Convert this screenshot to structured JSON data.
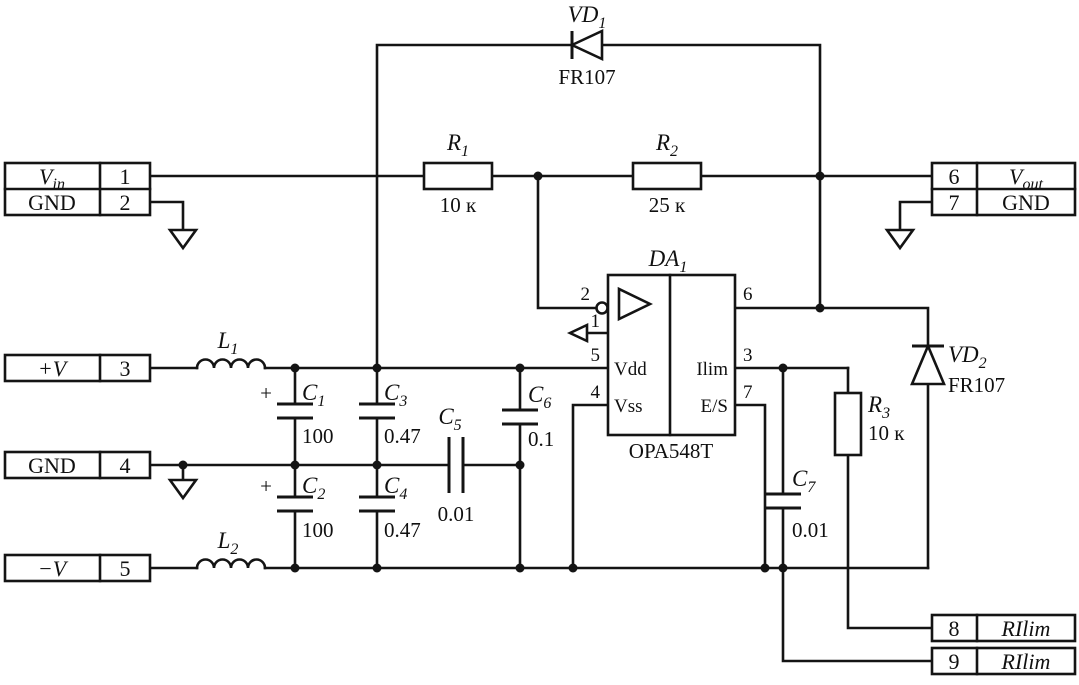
{
  "colors": {
    "wire": "#141414",
    "background": "#ffffff"
  },
  "connectors": {
    "vin": {
      "label_base": "V",
      "label_sub": "in",
      "pin": "1"
    },
    "gnd_in": {
      "label": "GND",
      "pin": "2"
    },
    "vplus": {
      "label": "+V",
      "pin": "3"
    },
    "gnd_mid": {
      "label": "GND",
      "pin": "4"
    },
    "vminus": {
      "label": "−V",
      "pin": "5"
    },
    "vout": {
      "pin": "6",
      "label_base": "V",
      "label_sub": "out"
    },
    "gnd_out": {
      "pin": "7",
      "label": "GND"
    },
    "rilim_a": {
      "pin": "8",
      "label": "RIlim"
    },
    "rilim_b": {
      "pin": "9",
      "label": "RIlim"
    }
  },
  "components": {
    "vd1": {
      "ref": "VD",
      "sub": "1",
      "value": "FR107"
    },
    "vd2": {
      "ref": "VD",
      "sub": "2",
      "value": "FR107"
    },
    "r1": {
      "ref": "R",
      "sub": "1",
      "value": "10 к"
    },
    "r2": {
      "ref": "R",
      "sub": "2",
      "value": "25 к"
    },
    "r3": {
      "ref": "R",
      "sub": "3",
      "value": "10 к"
    },
    "l1": {
      "ref": "L",
      "sub": "1"
    },
    "l2": {
      "ref": "L",
      "sub": "2"
    },
    "c1": {
      "ref": "C",
      "sub": "1",
      "value": "100",
      "polarity": "+"
    },
    "c2": {
      "ref": "C",
      "sub": "2",
      "value": "100",
      "polarity": "+"
    },
    "c3": {
      "ref": "C",
      "sub": "3",
      "value": "0.47"
    },
    "c4": {
      "ref": "C",
      "sub": "4",
      "value": "0.47"
    },
    "c5": {
      "ref": "C",
      "sub": "5",
      "value": "0.01"
    },
    "c6": {
      "ref": "C",
      "sub": "6",
      "value": "0.1"
    },
    "c7": {
      "ref": "C",
      "sub": "7",
      "value": "0.01"
    }
  },
  "ic": {
    "ref": "DA",
    "sub": "1",
    "part": "OPA548T",
    "pin_labels": {
      "vdd": "Vdd",
      "vss": "Vss",
      "ilim": "Ilim",
      "es": "E/S"
    },
    "pins": {
      "in_inv": "2",
      "in_non": "1",
      "vdd": "5",
      "vss": "4",
      "out": "6",
      "ilim": "3",
      "es": "7"
    }
  }
}
